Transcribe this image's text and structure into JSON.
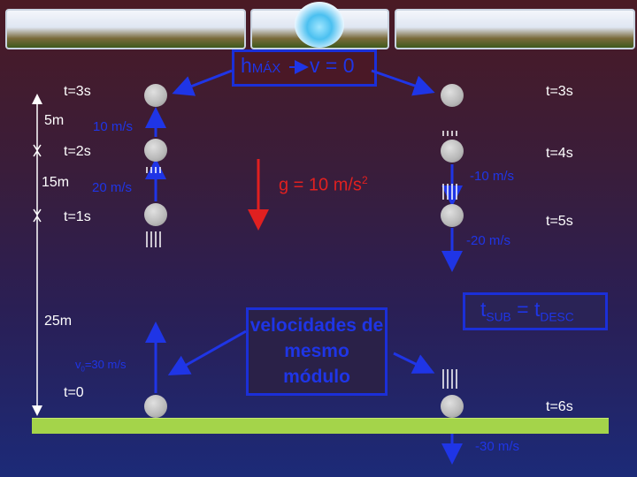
{
  "top": {
    "hmax_main": "h",
    "hmax_sub": "MÁX",
    "v_zero": "v = 0"
  },
  "left": {
    "t3": "t=3s",
    "d5": "5m",
    "v10": "10 m/s",
    "t2": "t=2s",
    "d15": "15m",
    "v20": "20 m/s",
    "t1": "t=1s",
    "d25": "25m",
    "v0_main": "v",
    "v0_sub": "0",
    "v0_rest": "=30 m/s",
    "t0": "t=0"
  },
  "center": {
    "g_label": "g = 10 m/s",
    "g_sup": "2",
    "velocidades": "velocidades de mesmo módulo"
  },
  "right": {
    "t3": "t=3s",
    "t4": "t=4s",
    "vm10": "-10 m/s",
    "t5": "t=5s",
    "vm20": "-20 m/s",
    "tsub_main": "t",
    "tsub_sub": "SUB",
    "eq": " = t",
    "tdesc_sub": "DESC",
    "t6": "t=6s",
    "vm30": "-30 m/s"
  },
  "colors": {
    "blue": "#1f35e6",
    "red": "#e02020",
    "ground": "#a4d44a"
  }
}
